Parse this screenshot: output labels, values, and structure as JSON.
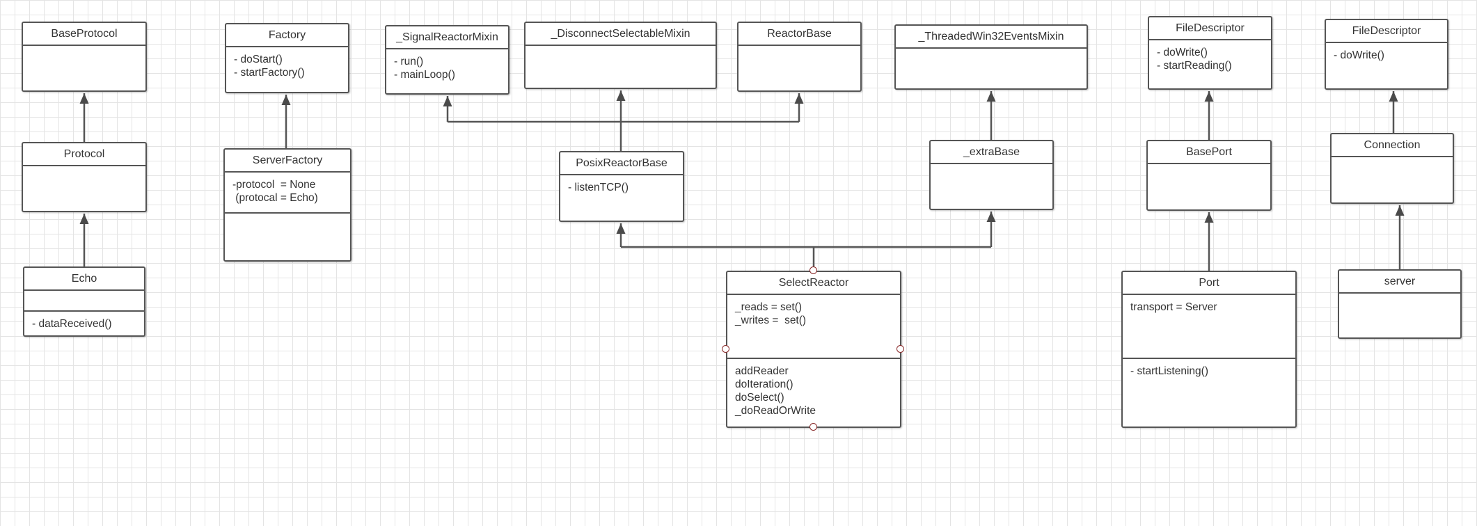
{
  "classes": {
    "baseprotocol": {
      "name": "BaseProtocol",
      "attributes": [],
      "methods": []
    },
    "protocol": {
      "name": "Protocol",
      "attributes": [],
      "methods": []
    },
    "echo": {
      "name": "Echo",
      "attributes": [],
      "methods": [
        "- dataReceived()"
      ]
    },
    "factory": {
      "name": "Factory",
      "attributes": [
        "- doStart()",
        "- startFactory()"
      ],
      "methods": []
    },
    "serverfactory": {
      "name": "ServerFactory",
      "attributes": [
        "-protocol  = None",
        " (protocal = Echo)"
      ],
      "methods": []
    },
    "signalreactormixin": {
      "name": "_SignalReactorMixin",
      "attributes": [
        "- run()",
        "- mainLoop()"
      ],
      "methods": []
    },
    "disconnectselectablemixin": {
      "name": "_DisconnectSelectableMixin",
      "attributes": [],
      "methods": []
    },
    "reactorbase": {
      "name": "ReactorBase",
      "attributes": [],
      "methods": []
    },
    "posixreactorbase": {
      "name": "PosixReactorBase",
      "attributes": [
        "- listenTCP()"
      ],
      "methods": []
    },
    "threadedwin32eventsmixin": {
      "name": "_ThreadedWin32EventsMixin",
      "attributes": [],
      "methods": []
    },
    "extrabase": {
      "name": "_extraBase",
      "attributes": [],
      "methods": []
    },
    "selectreactor": {
      "name": "SelectReactor",
      "attributes": [
        "_reads = set()",
        "_writes =  set()"
      ],
      "methods": [
        "addReader",
        "doIteration()",
        "doSelect()",
        "_doReadOrWrite"
      ]
    },
    "filedescriptor1": {
      "name": "FileDescriptor",
      "attributes": [
        "- doWrite()",
        "- startReading()"
      ],
      "methods": []
    },
    "baseport": {
      "name": "BasePort",
      "attributes": [],
      "methods": []
    },
    "port": {
      "name": "Port",
      "attributes": [
        "transport = Server"
      ],
      "methods": [
        "- startListening()"
      ]
    },
    "filedescriptor2": {
      "name": "FileDescriptor",
      "attributes": [
        "- doWrite()"
      ],
      "methods": []
    },
    "connection": {
      "name": "Connection",
      "attributes": [],
      "methods": []
    },
    "server": {
      "name": "server",
      "attributes": [],
      "methods": []
    }
  },
  "style": {
    "grid_color": "#e4e4e4",
    "border_color": "#555555",
    "text_color": "#333333",
    "edge_color": "#555555",
    "port_color": "#8a2a2a"
  }
}
